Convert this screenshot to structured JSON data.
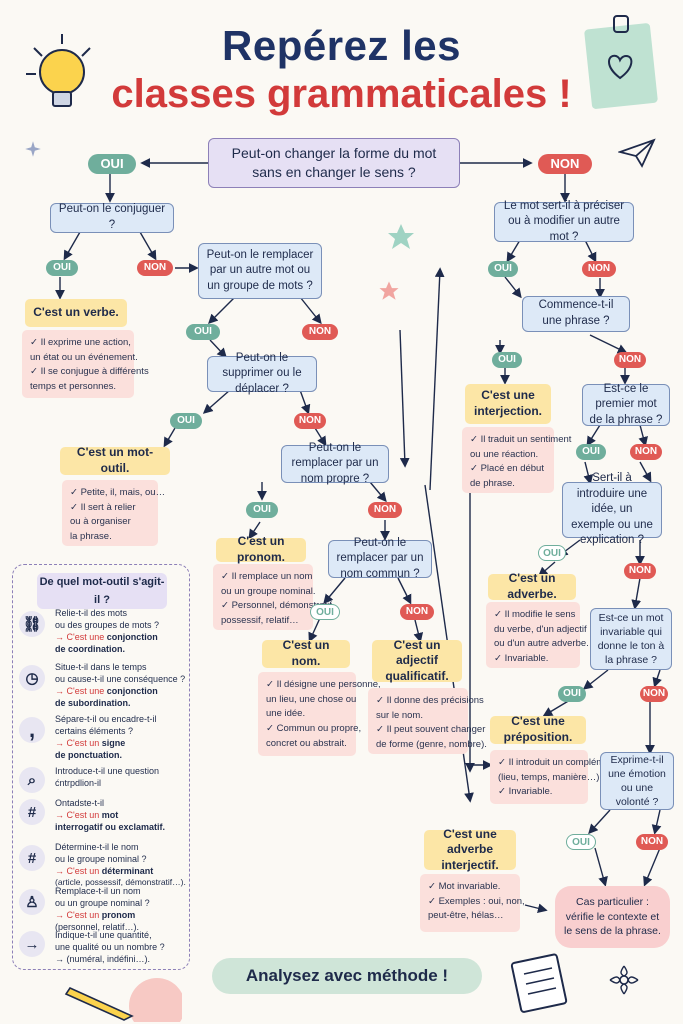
{
  "title": {
    "line1": "Repérez les",
    "line2": "classes grammaticales !"
  },
  "root": {
    "question": "Peut-on changer la forme du mot sans en changer le sens ?",
    "yes": "OUI",
    "no": "NON"
  },
  "left": {
    "q_conjuguer": "Peut-on le conjuguer ?",
    "yes": "OUI",
    "no": "NON",
    "verbe": {
      "title": "C'est un verbe.",
      "notes": [
        "✓ Il exprime une action,",
        "un état ou un événement.",
        "✓ Il se conjugue à différents",
        "temps et personnes."
      ]
    },
    "q_remplacer_mot": "Peut-on le remplacer par un autre mot ou un groupe de mots ?",
    "q_supprimer": "Peut-on le supprimer ou le déplacer ?",
    "mot_outil": {
      "title": "C'est un mot-outil.",
      "notes": [
        "✓ Petite, il, mais, ou…",
        "✓ Il sert à relier",
        "ou à organiser",
        "la phrase."
      ]
    },
    "q_nom_propre": "Peut-on le remplacer par un nom propre ?",
    "pronom": {
      "title": "C'est un pronom.",
      "notes": [
        "✓ Il remplace un nom",
        "ou un groupe nominal.",
        "✓ Personnel, démonstratif,",
        "possessif, relatif…"
      ]
    },
    "q_nom_commun": "Peut-on le remplacer par un nom commun ?",
    "nom": {
      "title": "C'est un nom.",
      "notes": [
        "✓ Il désigne une personne,",
        "un lieu, une chose ou",
        "une idée.",
        "✓ Commun ou propre,",
        "concret ou abstrait."
      ]
    },
    "adjectif": {
      "title": "C'est un adjectif qualificatif.",
      "notes": [
        "✓ Il donne des précisions",
        "sur le nom.",
        "✓ Il peut souvent changer",
        "de forme (genre, nombre)."
      ]
    }
  },
  "right": {
    "q_preciser": "Le mot sert-il à préciser ou à modifier un autre mot ?",
    "yes": "OUI",
    "no": "NON",
    "q_commence": "Commence-t-il une phrase ?",
    "interjection": {
      "title": "C'est une interjection.",
      "notes": [
        "✓ Il traduit un sentiment",
        "ou une réaction.",
        "✓ Placé en début",
        "de phrase."
      ]
    },
    "q_premier": "Est-ce le premier mot de la phrase ?",
    "q_introduire": "Sert-il à introduire une idée, un exemple ou une explication ?",
    "adverbe": {
      "title": "C'est un adverbe.",
      "notes": [
        "✓ Il modifie le sens",
        "du verbe, d'un adjectif",
        "ou d'un autre adverbe.",
        "✓ Invariable."
      ]
    },
    "q_invariable": "Est-ce un mot invariable qui donne le ton à la phrase ?",
    "preposition": {
      "title": "C'est une préposition.",
      "notes": [
        "✓ Il introduit un complément",
        "(lieu, temps, manière…).",
        "✓ Invariable."
      ]
    },
    "q_emotion": "Exprime-t-il une émotion ou une volonté ?",
    "adverbe_interjectif": {
      "title": "C'est une adverbe interjectif.",
      "notes": [
        "✓ Mot invariable.",
        "✓ Exemples : oui, non,",
        "peut-être, hélas…"
      ]
    },
    "cas_particulier": "Cas particulier : vérifie le contexte et le sens de la phrase."
  },
  "mot_outil_panel": {
    "title": "De quel mot-outil s'agit-il ?",
    "items": [
      {
        "icon": "link-icon",
        "glyph": "⛓",
        "q1": "Relie-t-il des mots",
        "q2": "ou des groupes de mots ?",
        "a1": "→ C'est une ",
        "a1b": "conjonction",
        "a2": "de coordination."
      },
      {
        "icon": "clock-icon",
        "glyph": "◷",
        "q1": "Situe-t-il dans le temps",
        "q2": "ou cause-t-il une conséquence ?",
        "a1": "→ C'est une ",
        "a1b": "conjonction",
        "a2": "de subordination."
      },
      {
        "icon": "comma-icon",
        "glyph": ",",
        "q1": "Sépare-t-il ou encadre-t-il",
        "q2": "certains éléments ?",
        "a1": "→ C'est un ",
        "a1b": "signe",
        "a2": "de ponctuation."
      },
      {
        "icon": "magnifier-icon",
        "glyph": "⌕",
        "q1": "Introduce-t-il une question",
        "q2": "ćntrpdlion-il",
        "a1": "",
        "a1b": "",
        "a2": ""
      },
      {
        "icon": "hash-icon",
        "glyph": "#",
        "q1": "Ontadste-t-il",
        "q2": "",
        "a1": "→ C'est un ",
        "a1b": "mot",
        "a2": "interrogatif ou exclamatif."
      },
      {
        "icon": "hash-icon-2",
        "glyph": "#",
        "q1": "Détermine-t-il le nom",
        "q2": "ou le groupe nominal ?",
        "a1": "→ C'est un ",
        "a1b": "déterminant",
        "a2": "(article, possessif, démonstratif…)."
      },
      {
        "icon": "person-icon",
        "glyph": "♙",
        "q1": "Remplace-t-il un nom",
        "q2": "ou un groupe nominal ?",
        "a1": "→ C'est un ",
        "a1b": "pronom",
        "a2": "(personnel, relatif…)."
      },
      {
        "icon": "arrow-icon",
        "glyph": "→",
        "q1": "Indique-t-il une quantité,",
        "q2": "une qualité ou un nombre ?",
        "a1": "→ (numéral, indéfini…).",
        "a1b": "",
        "a2": ""
      }
    ]
  },
  "footer": "Analysez avec méthode !",
  "colors": {
    "navy": "#1f3366",
    "red": "#d23a3a",
    "yes": "#6fae9c",
    "no": "#e05a55",
    "question_bg": "#dde9f7",
    "answer_bg": "#fce6a6",
    "note_bg": "#fbe0dc"
  }
}
